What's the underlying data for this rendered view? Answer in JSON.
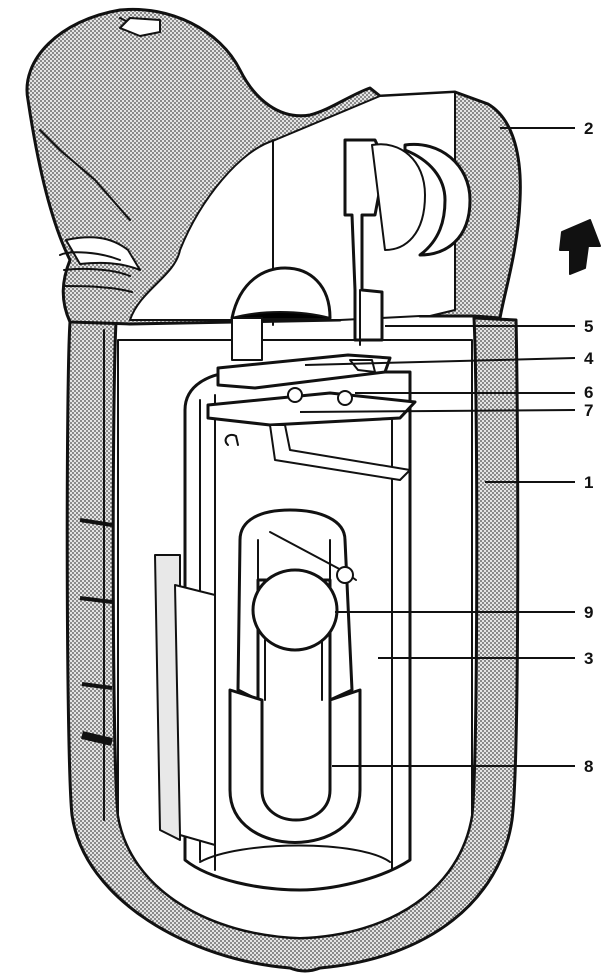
{
  "labels": [
    {
      "id": "2",
      "text": "2"
    },
    {
      "id": "5",
      "text": "5"
    },
    {
      "id": "4",
      "text": "4"
    },
    {
      "id": "6",
      "text": "6"
    },
    {
      "id": "7",
      "text": "7"
    },
    {
      "id": "1",
      "text": "1"
    },
    {
      "id": "9",
      "text": "9"
    },
    {
      "id": "3",
      "text": "3"
    },
    {
      "id": "8",
      "text": "8"
    }
  ],
  "colors": {
    "outline": "#111111",
    "background": "#ffffff",
    "shell_fill": "#bdbdbd"
  },
  "icons": {
    "flow_arrow": "flow-direction-arrow-icon"
  }
}
